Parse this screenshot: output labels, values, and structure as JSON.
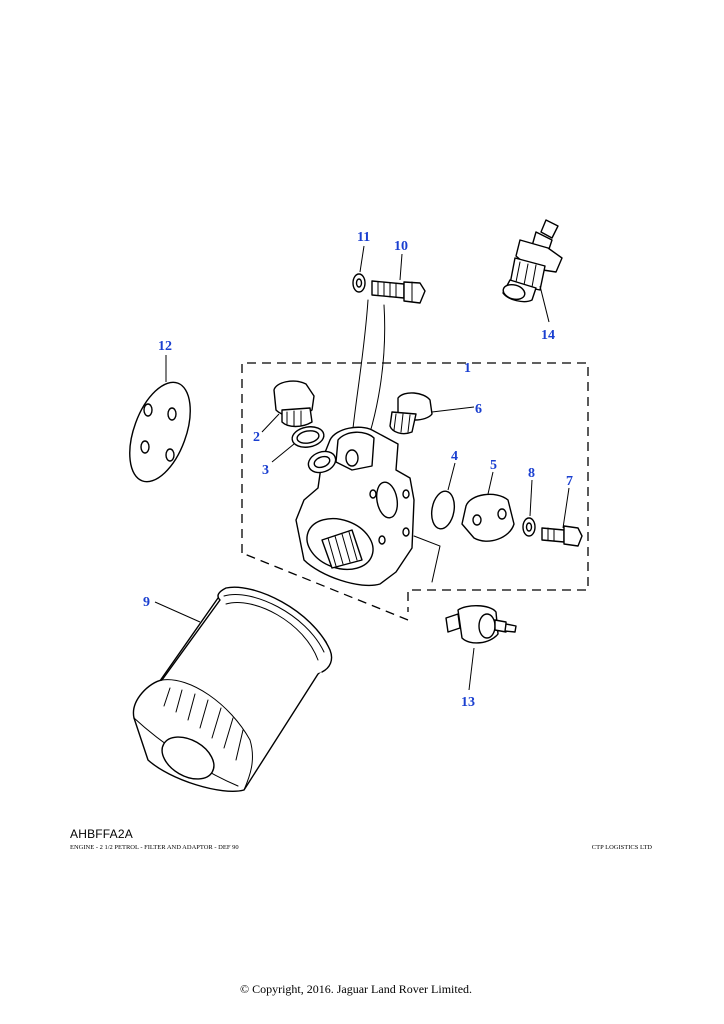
{
  "diagram": {
    "ref_code": "AHBFFA2A",
    "caption": "ENGINE - 2 1/2 PETROL - FILTER AND ADAPTOR - DEF 90",
    "publisher": "CTP LOGISTICS LTD",
    "copyright": "© Copyright, 2016. Jaguar Land Rover Limited.",
    "callouts": [
      "1",
      "2",
      "3",
      "4",
      "5",
      "6",
      "7",
      "8",
      "9",
      "10",
      "11",
      "12",
      "13",
      "14"
    ],
    "callout_color": "#1a3fd0"
  }
}
